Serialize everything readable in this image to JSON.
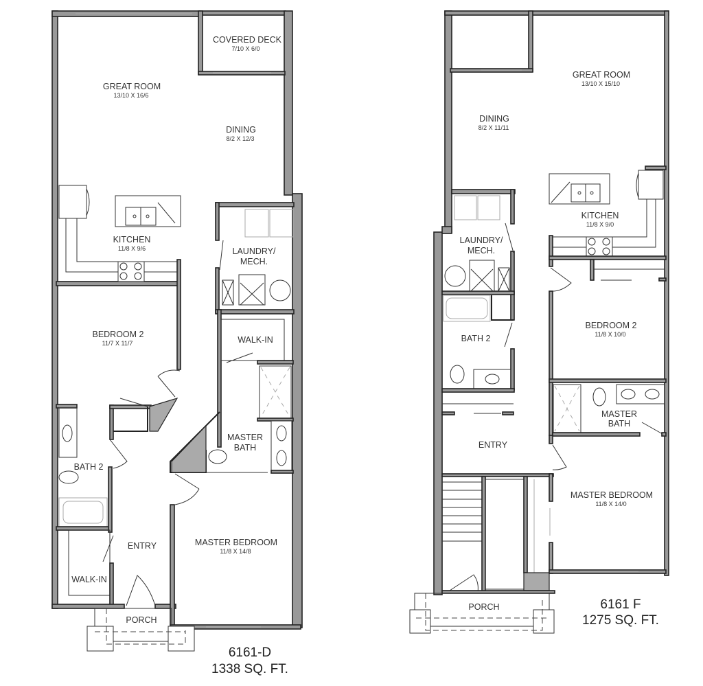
{
  "plans": [
    {
      "id": "left",
      "model": "6161-D",
      "area": "1338 SQ. FT.",
      "rooms": {
        "covered_deck": {
          "name": "COVERED DECK",
          "dims": "7/10 X 6/0"
        },
        "great_room": {
          "name": "GREAT ROOM",
          "dims": "13/10 X 16/6"
        },
        "dining": {
          "name": "DINING",
          "dims": "8/2 X 12/3"
        },
        "kitchen": {
          "name": "KITCHEN",
          "dims": "11/8 X 9/6"
        },
        "laundry": {
          "name1": "LAUNDRY/",
          "name2": "MECH."
        },
        "bedroom2": {
          "name": "BEDROOM 2",
          "dims": "11/7 X 11/7"
        },
        "walkin_master": {
          "name": "WALK-IN"
        },
        "master_bath": {
          "name1": "MASTER",
          "name2": "BATH"
        },
        "bath2": {
          "name": "BATH 2"
        },
        "entry": {
          "name": "ENTRY"
        },
        "walkin_entry": {
          "name": "WALK-IN"
        },
        "master_bedroom": {
          "name": "MASTER BEDROOM",
          "dims": "11/8 X 14/8"
        },
        "porch": {
          "name": "PORCH"
        }
      }
    },
    {
      "id": "right",
      "model": "6161 F",
      "area": "1275 SQ. FT.",
      "rooms": {
        "great_room": {
          "name": "GREAT ROOM",
          "dims": "13/10 X 15/10"
        },
        "dining": {
          "name": "DINING",
          "dims": "8/2 X 11/11"
        },
        "kitchen": {
          "name": "KITCHEN",
          "dims": "11/8 X 9/0"
        },
        "laundry": {
          "name1": "LAUNDRY/",
          "name2": "MECH."
        },
        "bath2": {
          "name": "BATH 2"
        },
        "bedroom2": {
          "name": "BEDROOM 2",
          "dims": "11/8 X 10/0"
        },
        "master_bath": {
          "name1": "MASTER",
          "name2": "BATH"
        },
        "entry": {
          "name": "ENTRY"
        },
        "master_bedroom": {
          "name": "MASTER BEDROOM",
          "dims": "11/8 X 14/0"
        },
        "porch": {
          "name": "PORCH"
        }
      }
    }
  ],
  "icons": [
    "sink-icon",
    "cooktop-icon",
    "refrigerator-icon",
    "toilet-icon",
    "tub-icon",
    "shower-icon",
    "washer-icon",
    "dryer-icon",
    "water-heater-icon",
    "door-swing-icon",
    "stairs-icon"
  ]
}
